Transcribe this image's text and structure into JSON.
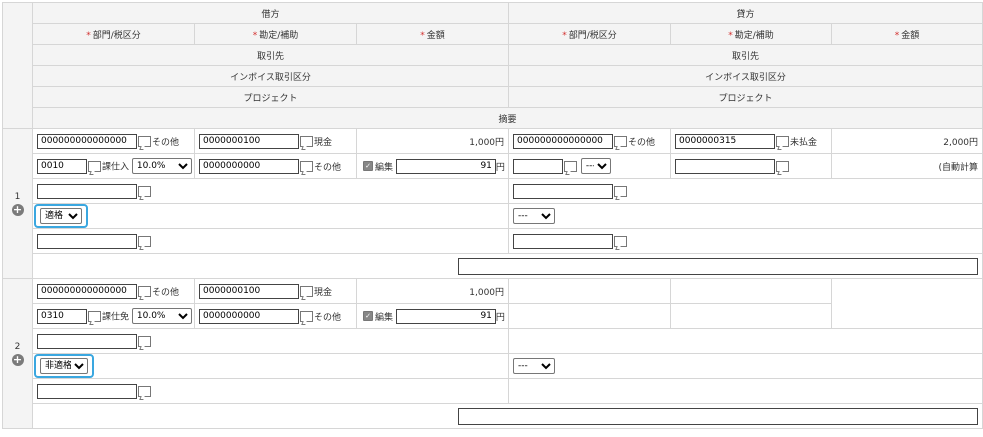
{
  "header": {
    "debit": "借方",
    "credit": "貸方",
    "dept_tax": "部門/税区分",
    "account_sub": "勘定/補助",
    "amount": "金額",
    "required_mark": "*",
    "partner": "取引先",
    "invoice": "インボイス取引区分",
    "project": "プロジェクト",
    "summary": "摘要"
  },
  "common": {
    "edit_label": "編集",
    "yen": "円",
    "auto_calc": "(自動計算",
    "add_icon": "+"
  },
  "entries": [
    {
      "index": "1",
      "debit": {
        "dept_code": "000000000000000",
        "dept_name": "その他",
        "account_code": "0000000100",
        "account_name": "現金",
        "amount": "1,000円",
        "tax_code": "0010",
        "tax_name": "課仕入",
        "tax_rate": "10.0%",
        "sub_code": "0000000000",
        "sub_name": "その他",
        "tax_amount": "91",
        "invoice_value": "適格"
      },
      "credit": {
        "dept_code": "000000000000000",
        "dept_name": "その他",
        "account_code": "0000000315",
        "account_name": "未払金",
        "amount": "2,000円",
        "tax_select": "---",
        "invoice_value": "---"
      }
    },
    {
      "index": "2",
      "debit": {
        "dept_code": "000000000000000",
        "dept_name": "その他",
        "account_code": "0000000100",
        "account_name": "現金",
        "amount": "1,000円",
        "tax_code": "0310",
        "tax_name": "課仕免",
        "tax_rate": "10.0%",
        "sub_code": "0000000000",
        "sub_name": "その他",
        "tax_amount": "91",
        "invoice_value": "非適格"
      },
      "credit": {
        "invoice_value": "---"
      }
    }
  ]
}
